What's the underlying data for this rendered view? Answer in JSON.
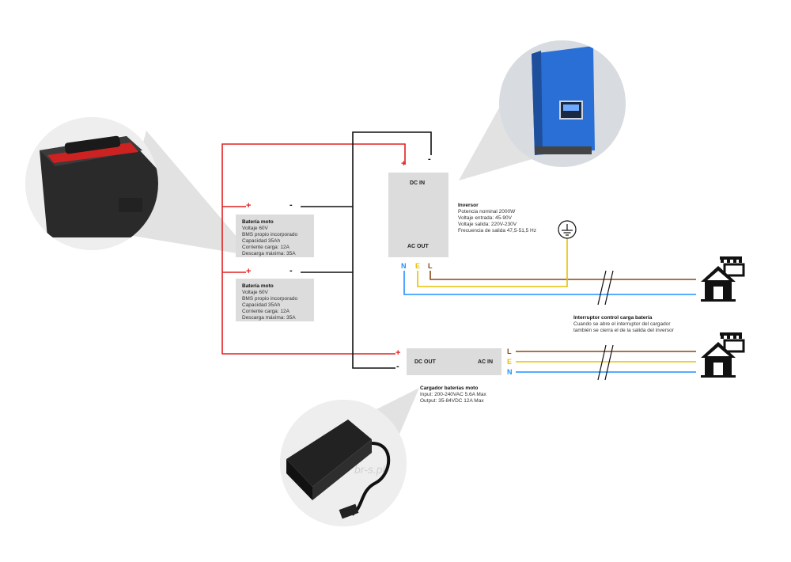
{
  "battery1": {
    "plus": "+",
    "minus": "-",
    "title": "Batería moto",
    "lines": [
      "Voltaje 60V",
      "BMS propio incorporado",
      "Capacidad 35Ah",
      "Corriente carga: 12A",
      "Descarga máxima: 35A"
    ]
  },
  "battery2": {
    "plus": "+",
    "minus": "-",
    "title": "Batería moto",
    "lines": [
      "Voltaje 60V",
      "BMS propio incorporado",
      "Capacidad 35Ah",
      "Corriente carga: 12A",
      "Descarga máxima: 35A"
    ]
  },
  "inverter": {
    "plus": "+",
    "minus": "-",
    "dc_in": "DC IN",
    "ac_out": "AC OUT",
    "term_n": "N",
    "term_e": "E",
    "term_l": "L",
    "title": "Inversor",
    "lines": [
      "Potencia nominal 2000W",
      "Voltaje entrada: 45-90V",
      "Voltaje salida: 220V-230V",
      "Frecuencia de salida 47,5-51,5 Hz"
    ]
  },
  "switch_note": {
    "title": "Interruptor control carga batería",
    "lines": [
      "Cuando se abre el interruptor del cargador",
      "también se cierra el de la salida del inversor"
    ]
  },
  "charger": {
    "plus": "+",
    "minus": "-",
    "dc_out": "DC OUT",
    "ac_in": "AC IN",
    "term_l": "L",
    "term_e": "E",
    "term_n": "N",
    "title": "Cargador baterías moto",
    "lines": [
      "Input: 200-240VAC 5.6A Max",
      "Output: 35-84VDC 12A Max"
    ]
  },
  "photo_watermark": "br-s.pl",
  "colors": {
    "dc_positive": "#e02020",
    "dc_negative": "#111111",
    "line_L": "#8b4513",
    "earth_E": "#e6c200",
    "neutral_N": "#1e90ff",
    "box": "#dcdcdc",
    "inverter_body": "#2a6fd6"
  },
  "icons": [
    "battery-photo",
    "inverter-photo",
    "charger-photo",
    "ground-icon",
    "house-icon"
  ]
}
